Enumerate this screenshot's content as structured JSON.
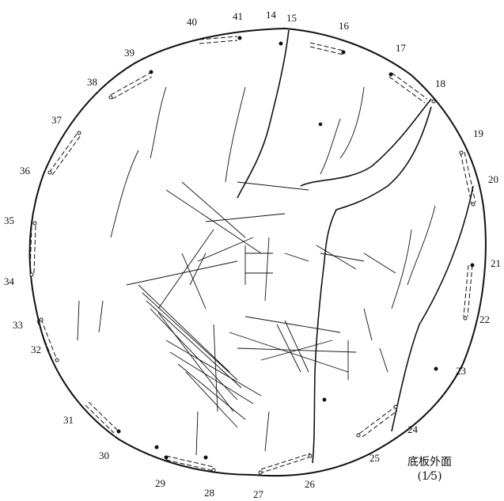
{
  "figure": {
    "caption": "底板外面",
    "scale": "(1⁄5)"
  },
  "labels": [
    {
      "id": "40",
      "text": "40"
    },
    {
      "id": "41",
      "text": "41"
    },
    {
      "id": "14",
      "text": "14"
    },
    {
      "id": "15",
      "text": "15"
    },
    {
      "id": "16",
      "text": "16"
    },
    {
      "id": "17",
      "text": "17"
    },
    {
      "id": "18",
      "text": "18"
    },
    {
      "id": "19",
      "text": "19"
    },
    {
      "id": "20",
      "text": "20"
    },
    {
      "id": "21",
      "text": "21"
    },
    {
      "id": "22",
      "text": "22"
    },
    {
      "id": "23",
      "text": "23"
    },
    {
      "id": "24",
      "text": "24"
    },
    {
      "id": "25",
      "text": "25"
    },
    {
      "id": "26",
      "text": "26"
    },
    {
      "id": "27",
      "text": "27"
    },
    {
      "id": "28",
      "text": "28"
    },
    {
      "id": "29",
      "text": "29"
    },
    {
      "id": "30",
      "text": "30"
    },
    {
      "id": "31",
      "text": "31"
    },
    {
      "id": "32",
      "text": "32"
    },
    {
      "id": "33",
      "text": "33"
    },
    {
      "id": "34",
      "text": "34"
    },
    {
      "id": "35",
      "text": "35"
    },
    {
      "id": "36",
      "text": "36"
    },
    {
      "id": "37",
      "text": "37"
    },
    {
      "id": "38",
      "text": "38"
    },
    {
      "id": "39",
      "text": "39"
    }
  ]
}
